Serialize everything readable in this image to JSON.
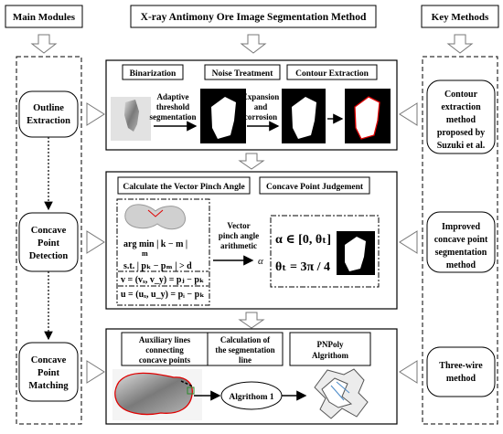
{
  "title": "X-ray Antimony Ore Image Segmentation Method",
  "left_header": "Main Modules",
  "right_header": "Key Methods",
  "modules": [
    {
      "lines": [
        "Outline",
        "Extraction"
      ]
    },
    {
      "lines": [
        "Concave",
        "Point",
        "Detection"
      ]
    },
    {
      "lines": [
        "Concave",
        "Point",
        "Matching"
      ]
    }
  ],
  "key_methods": [
    {
      "lines": [
        "Contour",
        "extraction",
        "method",
        "proposed by",
        "Suzuki et al."
      ]
    },
    {
      "lines": [
        "Improved",
        "concave point",
        "segmentation",
        "method"
      ]
    },
    {
      "lines": [
        "Three-wire",
        "method"
      ]
    }
  ],
  "stage1": {
    "binarization": "Binarization",
    "noise": "Noise Treatment",
    "contour": "Contour Extraction",
    "arrow1_lines": [
      "Adaptive",
      "threshold",
      "segmentation"
    ],
    "arrow2_lines": [
      "Expansion",
      "and",
      "corrosion"
    ]
  },
  "stage2": {
    "vector_title": "Calculate the Vector Pinch Angle",
    "concave_title": "Concave Point Judgement",
    "arrow_lines": [
      "Vector",
      "pinch angle",
      "arithmetic"
    ],
    "alpha": "α",
    "formulas": {
      "argmin": "arg min | k − m |",
      "argmin_sub": "m",
      "st": "s.t. | pₖ − pₘ | > d",
      "v": "v = (vₓ, v_y) = pⱼ − pₖ",
      "u": "u = (uₓ, u_y) = pᵢ − pₖ",
      "alpha_range": "α ∈ [0, θₜ]",
      "theta": "θₜ = 3π / 4"
    }
  },
  "stage3": {
    "aux_lines": [
      "Auxiliary lines",
      "connecting",
      "concave points"
    ],
    "calc_lines": [
      "Calculation of",
      "the segmentation",
      "line"
    ],
    "pnpoly_lines": [
      "PNPoly",
      "Algrithom"
    ],
    "algorithm": "Algrithom 1"
  }
}
